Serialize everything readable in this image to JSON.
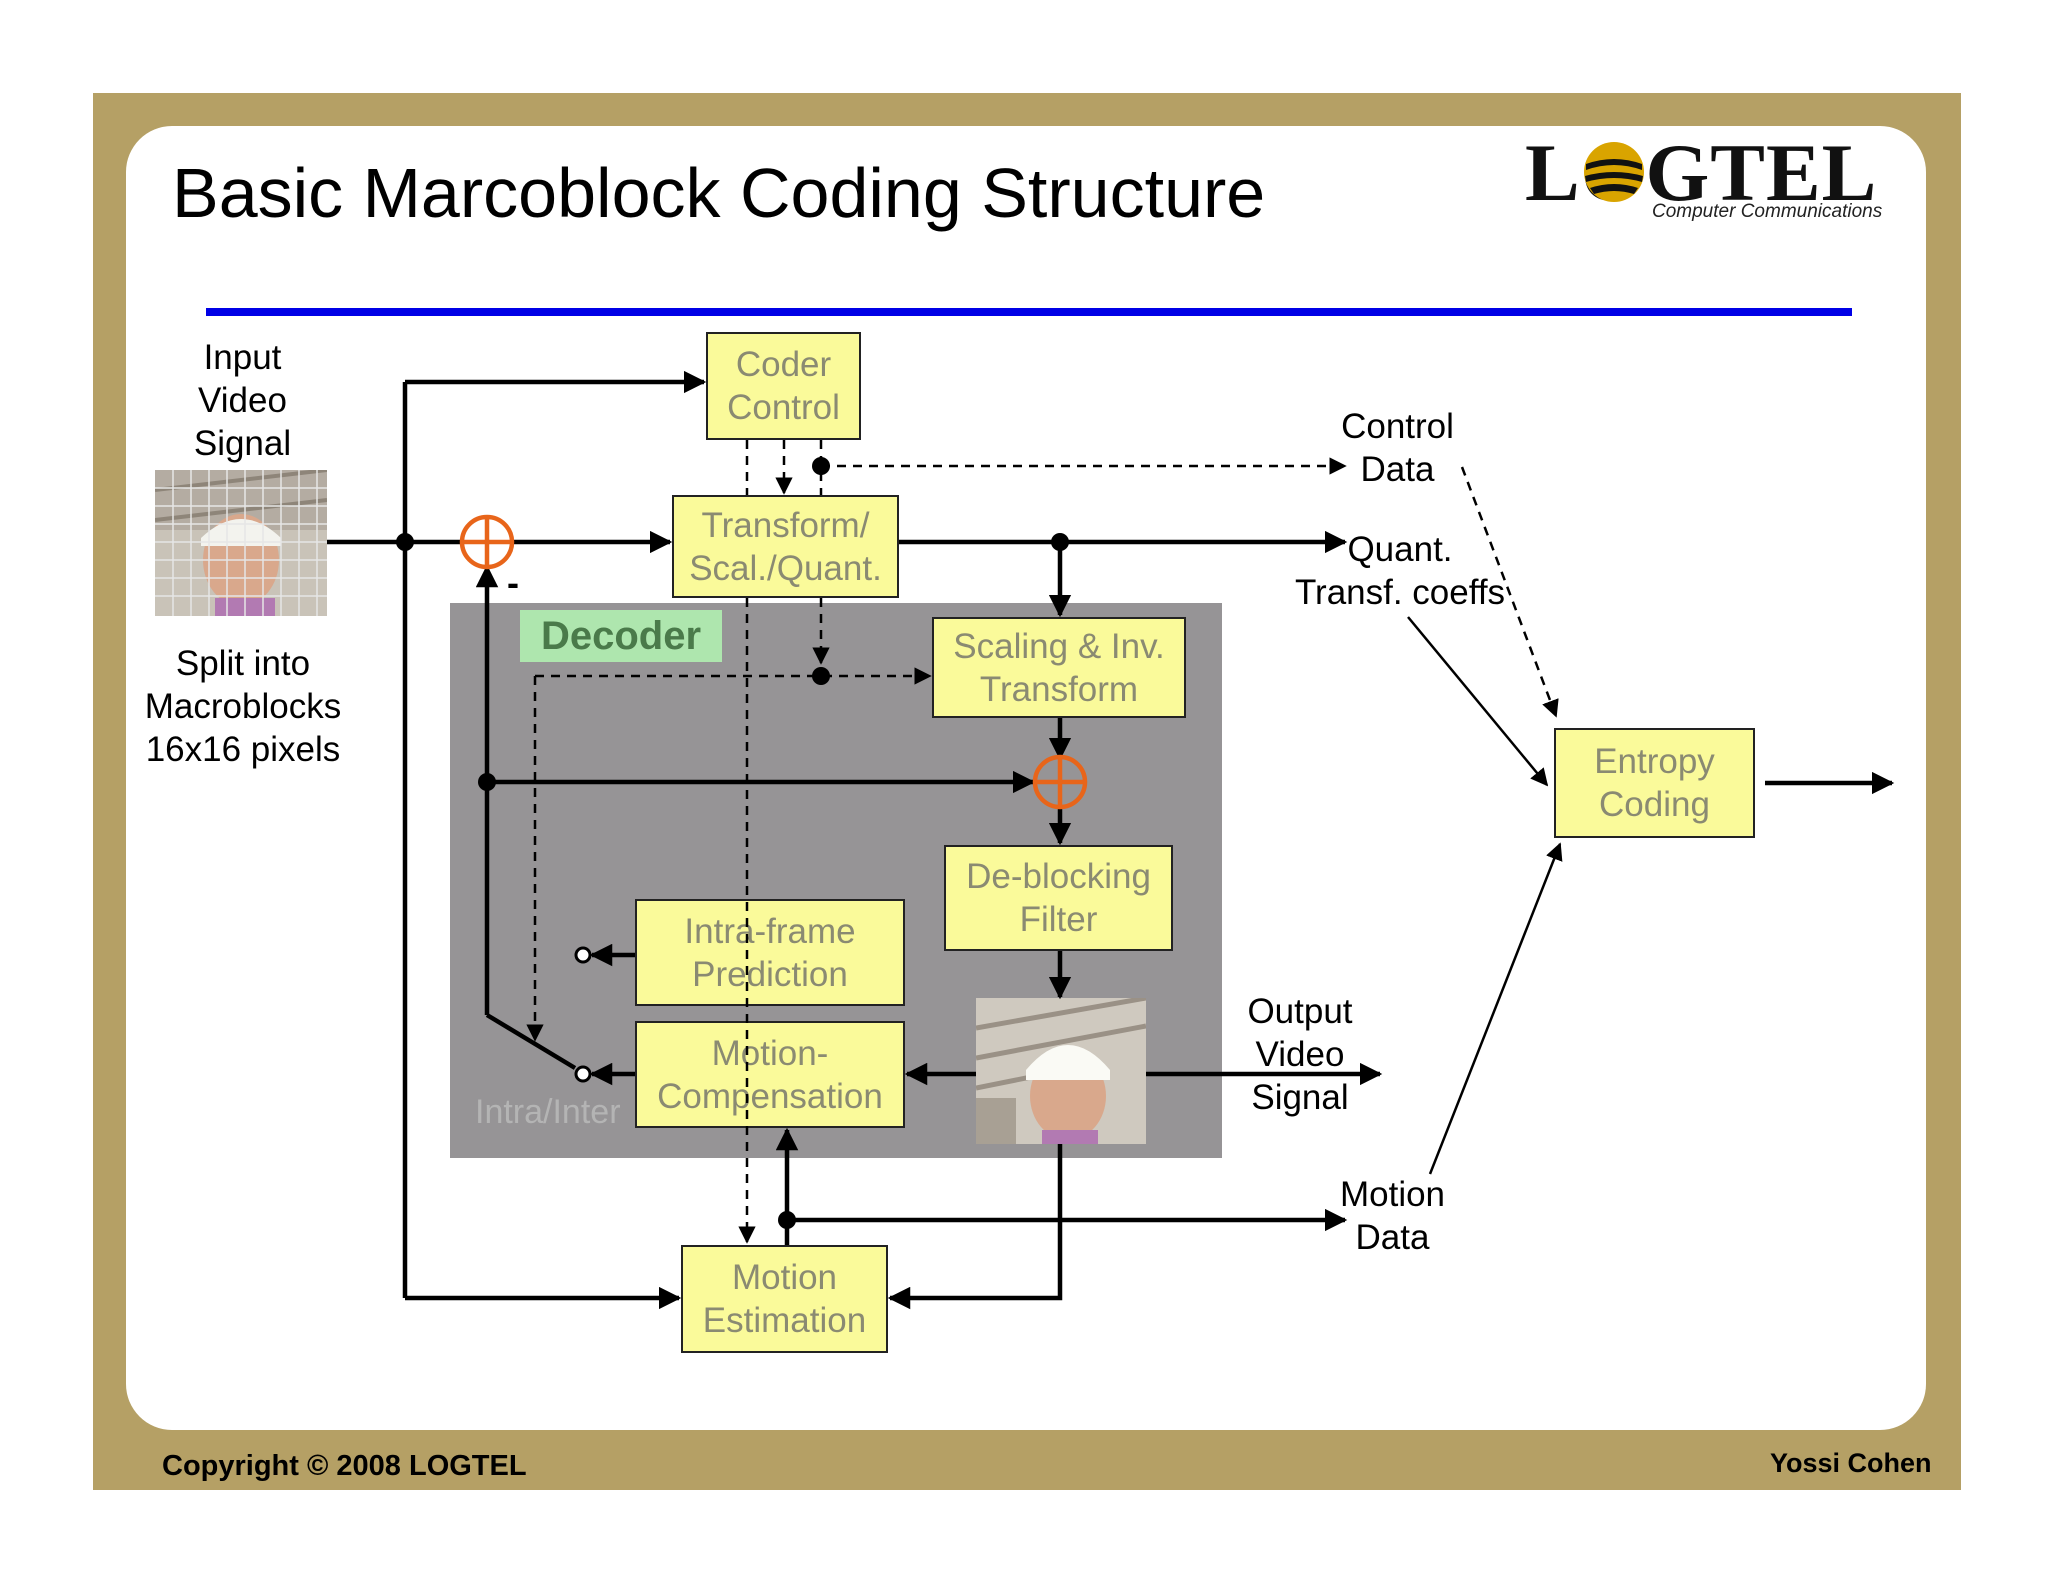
{
  "slide": {
    "title": "Basic Marcoblock Coding Structure",
    "logo_text": "LOGTEL",
    "logo_subtitle": "Computer Communications",
    "copyright": "Copyright © 2008 LOGTEL",
    "author": "Yossi Cohen"
  },
  "colors": {
    "frame": "#b5a065",
    "rule": "#0000e6",
    "block_fill": "#fafa9a",
    "block_text": "#8a8a72",
    "decoder_bg": "#969496",
    "decoder_label_bg": "#aee6ae",
    "adder": "#e8651a"
  },
  "labels": {
    "input": [
      "Input",
      "Video",
      "Signal"
    ],
    "split": [
      "Split into",
      "Macroblocks",
      "16x16 pixels"
    ],
    "control_data": [
      "Control",
      "Data"
    ],
    "quant_coeffs": [
      "Quant.",
      "Transf. coeffs"
    ],
    "output": [
      "Output",
      "Video",
      "Signal"
    ],
    "motion_data": [
      "Motion",
      "Data"
    ],
    "minus": "-",
    "decoder": "Decoder",
    "intra_inter": "Intra/Inter"
  },
  "blocks": {
    "coder_control": [
      "Coder",
      "Control"
    ],
    "transform_quant": [
      "Transform/",
      "Scal./Quant."
    ],
    "scaling_inv": [
      "Scaling & Inv.",
      "Transform"
    ],
    "deblocking": [
      "De-blocking",
      "Filter"
    ],
    "intra_pred": [
      "Intra-frame",
      "Prediction"
    ],
    "motion_comp": [
      "Motion-",
      "Compensation"
    ],
    "motion_est": [
      "Motion",
      "Estimation"
    ],
    "entropy": [
      "Entropy",
      "Coding"
    ]
  }
}
